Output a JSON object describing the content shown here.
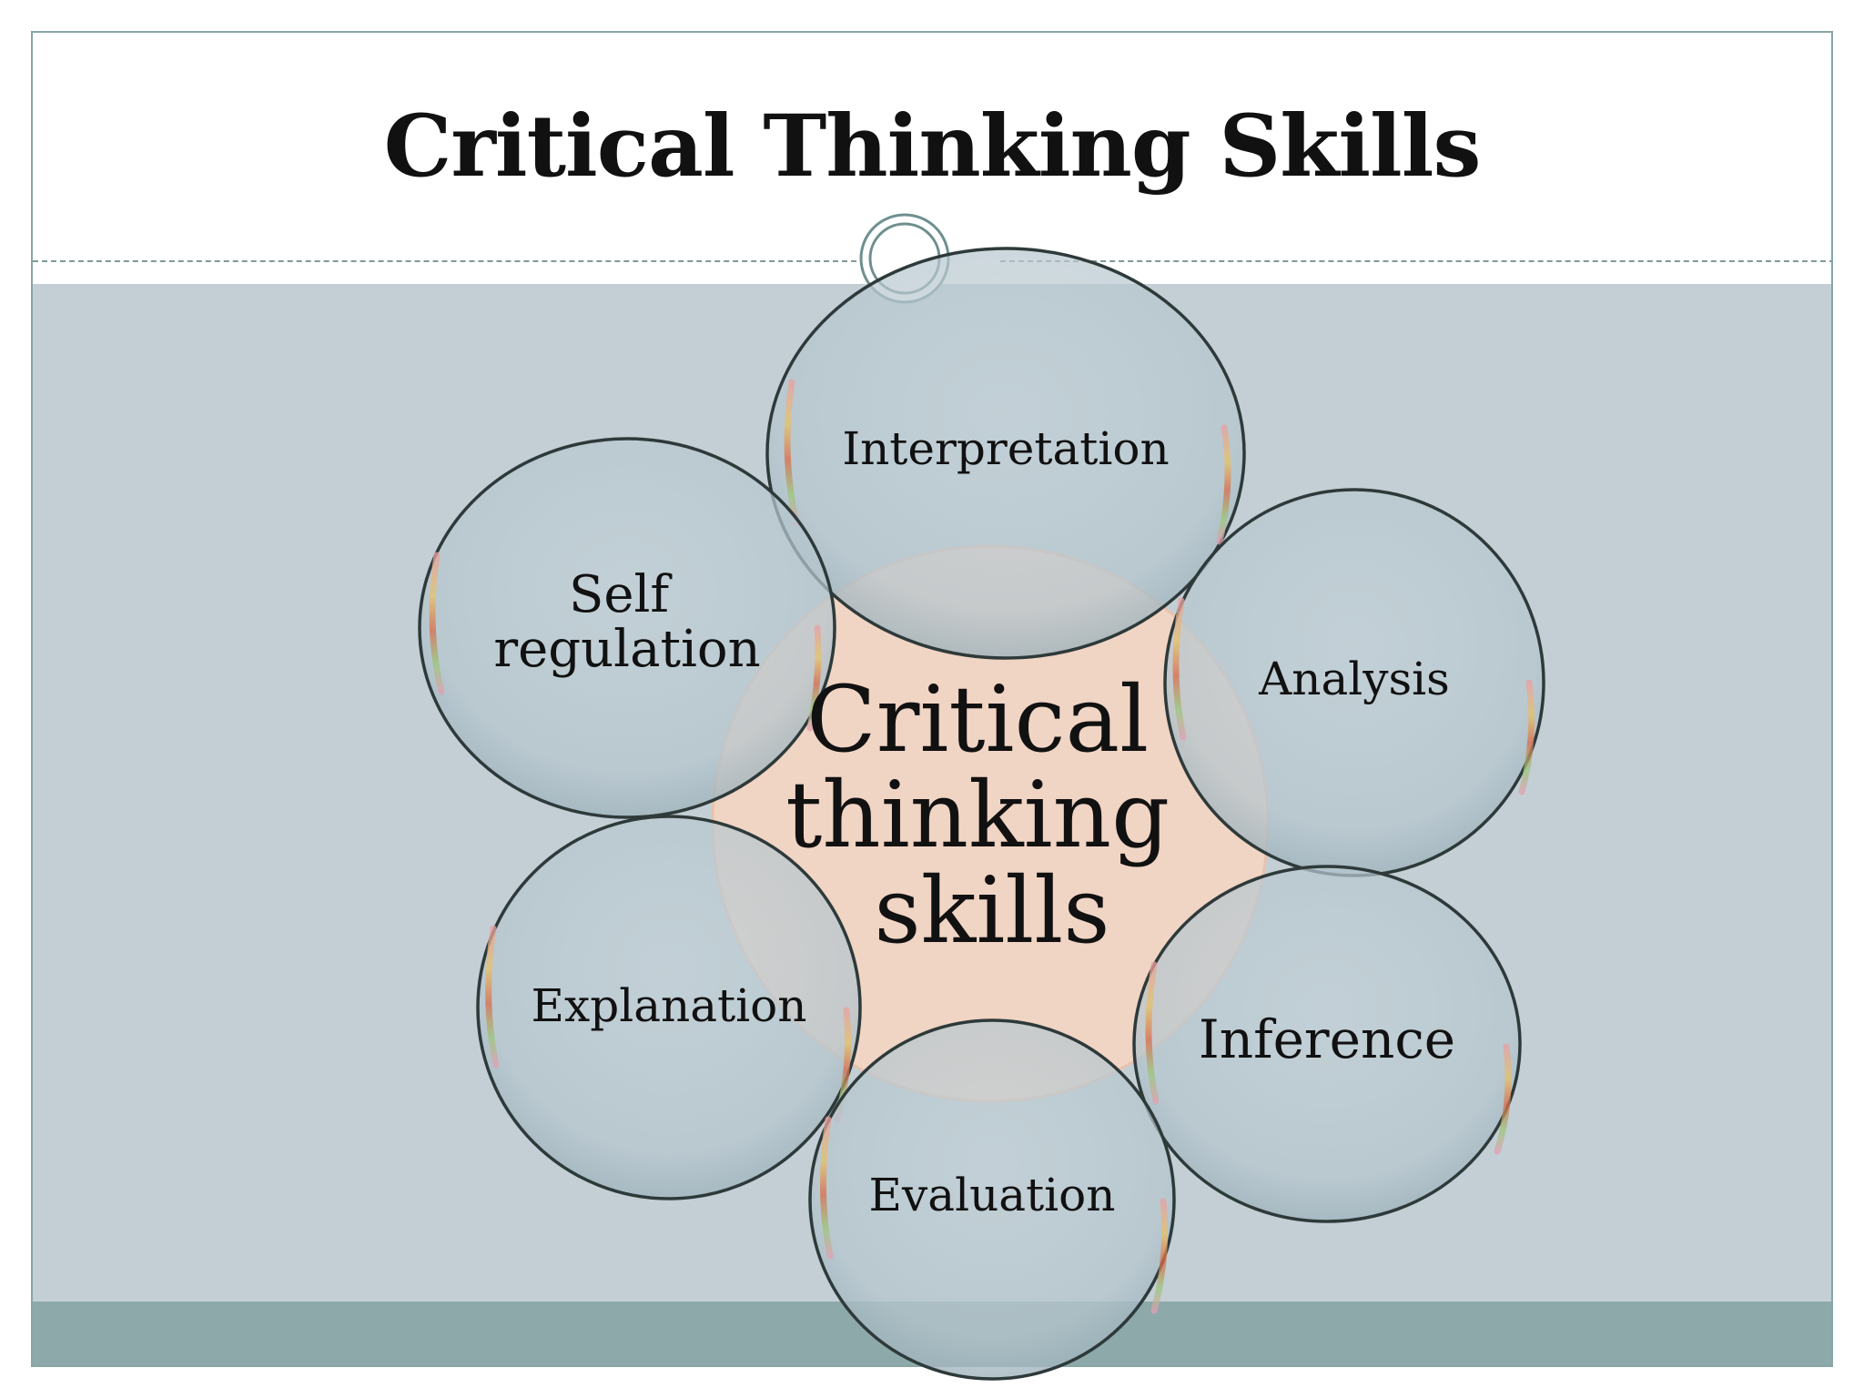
{
  "title": "Critical Thinking Skills",
  "center": {
    "lines": [
      "Critical",
      "thinking",
      "skills"
    ]
  },
  "bubbles": {
    "interpretation": "Interpretation",
    "analysis": "Analysis",
    "inference": "Inference",
    "evaluation": "Evaluation",
    "explanation": "Explanation",
    "self_regulation": [
      "Self",
      "regulation"
    ]
  },
  "colors": {
    "content_background": "#c3cfd5",
    "footer": "#8ea9aa",
    "center_circle": "#f0d4c4",
    "bubble_fill": "#b7c7cf",
    "bubble_stroke": "#2e3a3a"
  }
}
